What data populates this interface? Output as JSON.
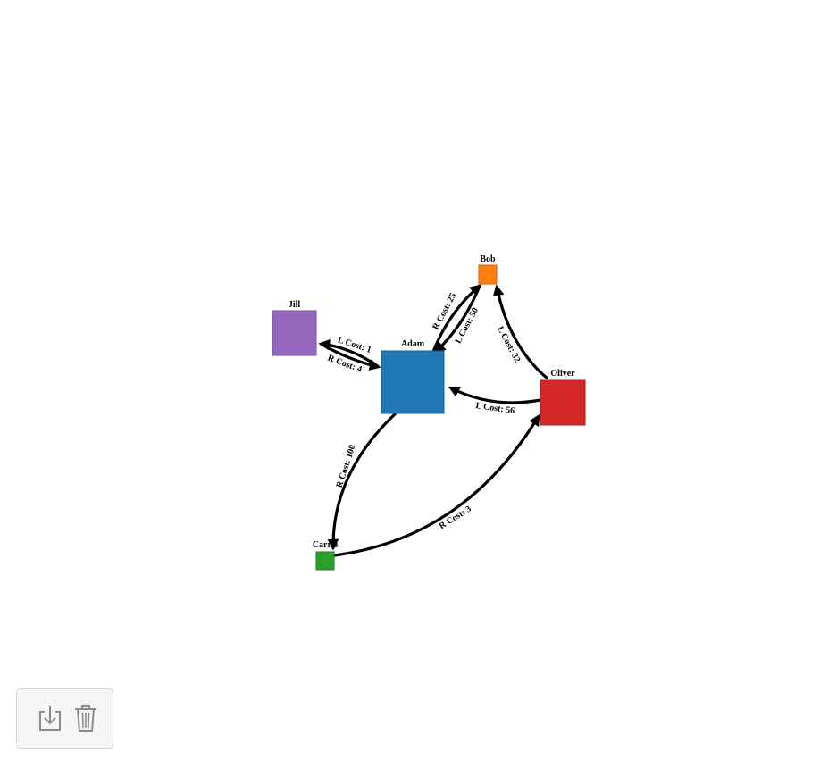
{
  "graph": {
    "nodes": [
      {
        "id": "jill",
        "label": "Jill",
        "color": "#9467bd",
        "stroke": "#7a4fa8"
      },
      {
        "id": "adam",
        "label": "Adam",
        "color": "#1f77b4",
        "stroke": "#17608f"
      },
      {
        "id": "bob",
        "label": "Bob",
        "color": "#ff7f0e",
        "stroke": "#cc650b"
      },
      {
        "id": "oliver",
        "label": "Oliver",
        "color": "#d62728",
        "stroke": "#a81f20"
      },
      {
        "id": "carrie",
        "label": "Carrie",
        "color": "#2ca02c",
        "stroke": "#237f23"
      }
    ],
    "edges": [
      {
        "id": "adam-jill",
        "from": "adam",
        "to": "jill",
        "label": "L Cost: 1"
      },
      {
        "id": "jill-adam",
        "from": "jill",
        "to": "adam",
        "label": "R Cost: 4"
      },
      {
        "id": "adam-bob",
        "from": "adam",
        "to": "bob",
        "label": "R Cost: 25"
      },
      {
        "id": "bob-adam",
        "from": "bob",
        "to": "adam",
        "label": "L Cost: 50"
      },
      {
        "id": "oliver-bob",
        "from": "oliver",
        "to": "bob",
        "label": "L Cost: 32"
      },
      {
        "id": "oliver-adam",
        "from": "oliver",
        "to": "adam",
        "label": "L Cost: 56"
      },
      {
        "id": "adam-carrie",
        "from": "adam",
        "to": "carrie",
        "label": "R Cost: 100"
      },
      {
        "id": "carrie-oliver",
        "from": "carrie",
        "to": "oliver",
        "label": "R Cost: 3"
      }
    ]
  },
  "toolbar": {
    "download_icon": "download-icon",
    "delete_icon": "trash-icon"
  }
}
